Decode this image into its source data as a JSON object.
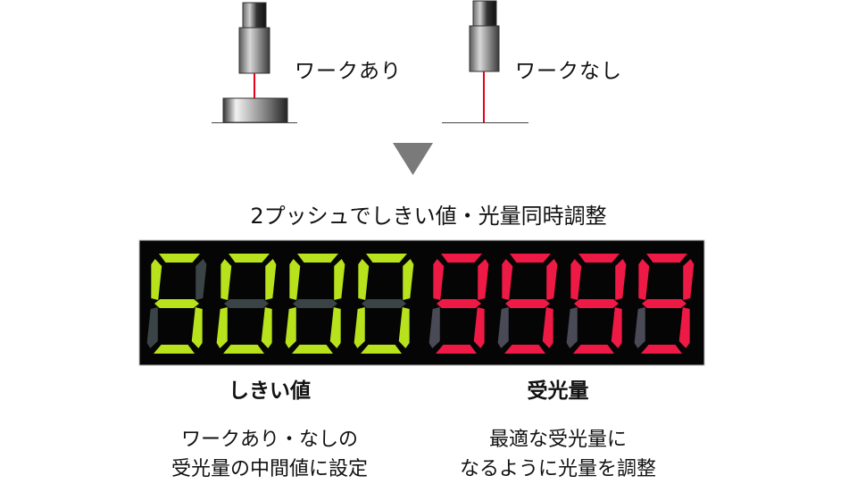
{
  "scenes": {
    "with_work": {
      "label": "ワークあり"
    },
    "without_work": {
      "label": "ワークなし"
    }
  },
  "heading": "2プッシュでしきい値・光量同時調整",
  "display": {
    "threshold": {
      "label": "しきい値",
      "digits": [
        "5",
        "0",
        "0",
        "0"
      ],
      "color": "#b8e21c",
      "dim_color": "#3a4446",
      "description": [
        "ワークあり・なしの",
        "受光量の中間値に設定"
      ]
    },
    "light": {
      "label": "受光量",
      "digits": [
        "9",
        "9",
        "9",
        "9"
      ],
      "color": "#ee1a45",
      "dim_color": "#4a4a56",
      "description": [
        "最適な受光量に",
        "なるように光量を調整"
      ]
    }
  },
  "colors": {
    "laser": "#e8001c",
    "panel": "#050505",
    "arrow": "#7a7a7a"
  }
}
